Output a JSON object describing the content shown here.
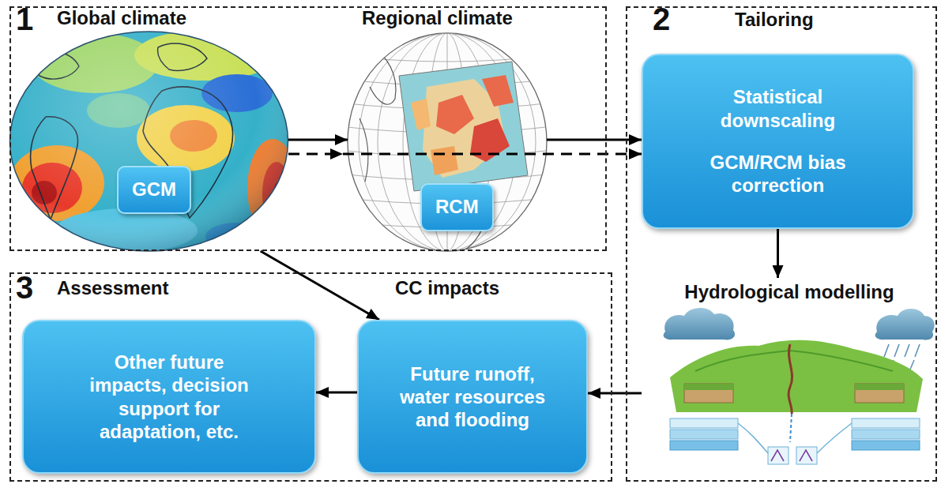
{
  "diagram": {
    "nodes": [
      {
        "text": [
          "1",
          "Global climate",
          "Regional climate"
        ]
      },
      {
        "text": [
          "GCM"
        ],
        "in": 0
      },
      {
        "text": [
          "RCM"
        ],
        "in": 0
      },
      {
        "text": [
          "2",
          "Tailoring"
        ]
      },
      {
        "text": [
          "Statistical downscaling",
          "GCM/RCM bias correction"
        ],
        "in": 3
      },
      {
        "text": [
          "Hydrological modelling"
        ],
        "in": 3
      },
      {
        "text": [
          "3",
          "Assessment",
          "CC impacts"
        ]
      },
      {
        "text": [
          "Other future impacts, decision support for adaptation, etc."
        ],
        "in": 6
      },
      {
        "text": [
          "Future runoff, water resources and flooding"
        ],
        "in": 6
      }
    ],
    "edges": [
      {
        "from": 1,
        "to": 2,
        "arrow": "to"
      },
      {
        "from": 1,
        "to": 4,
        "arrow": "to"
      },
      {
        "from": 2,
        "to": 4,
        "arrow": "to"
      },
      {
        "from": 1,
        "to": 8,
        "arrow": "to"
      },
      {
        "from": 4,
        "to": 5,
        "arrow": "to"
      },
      {
        "from": 5,
        "to": 8,
        "arrow": "to"
      },
      {
        "from": 8,
        "to": 7,
        "arrow": "to"
      }
    ]
  }
}
